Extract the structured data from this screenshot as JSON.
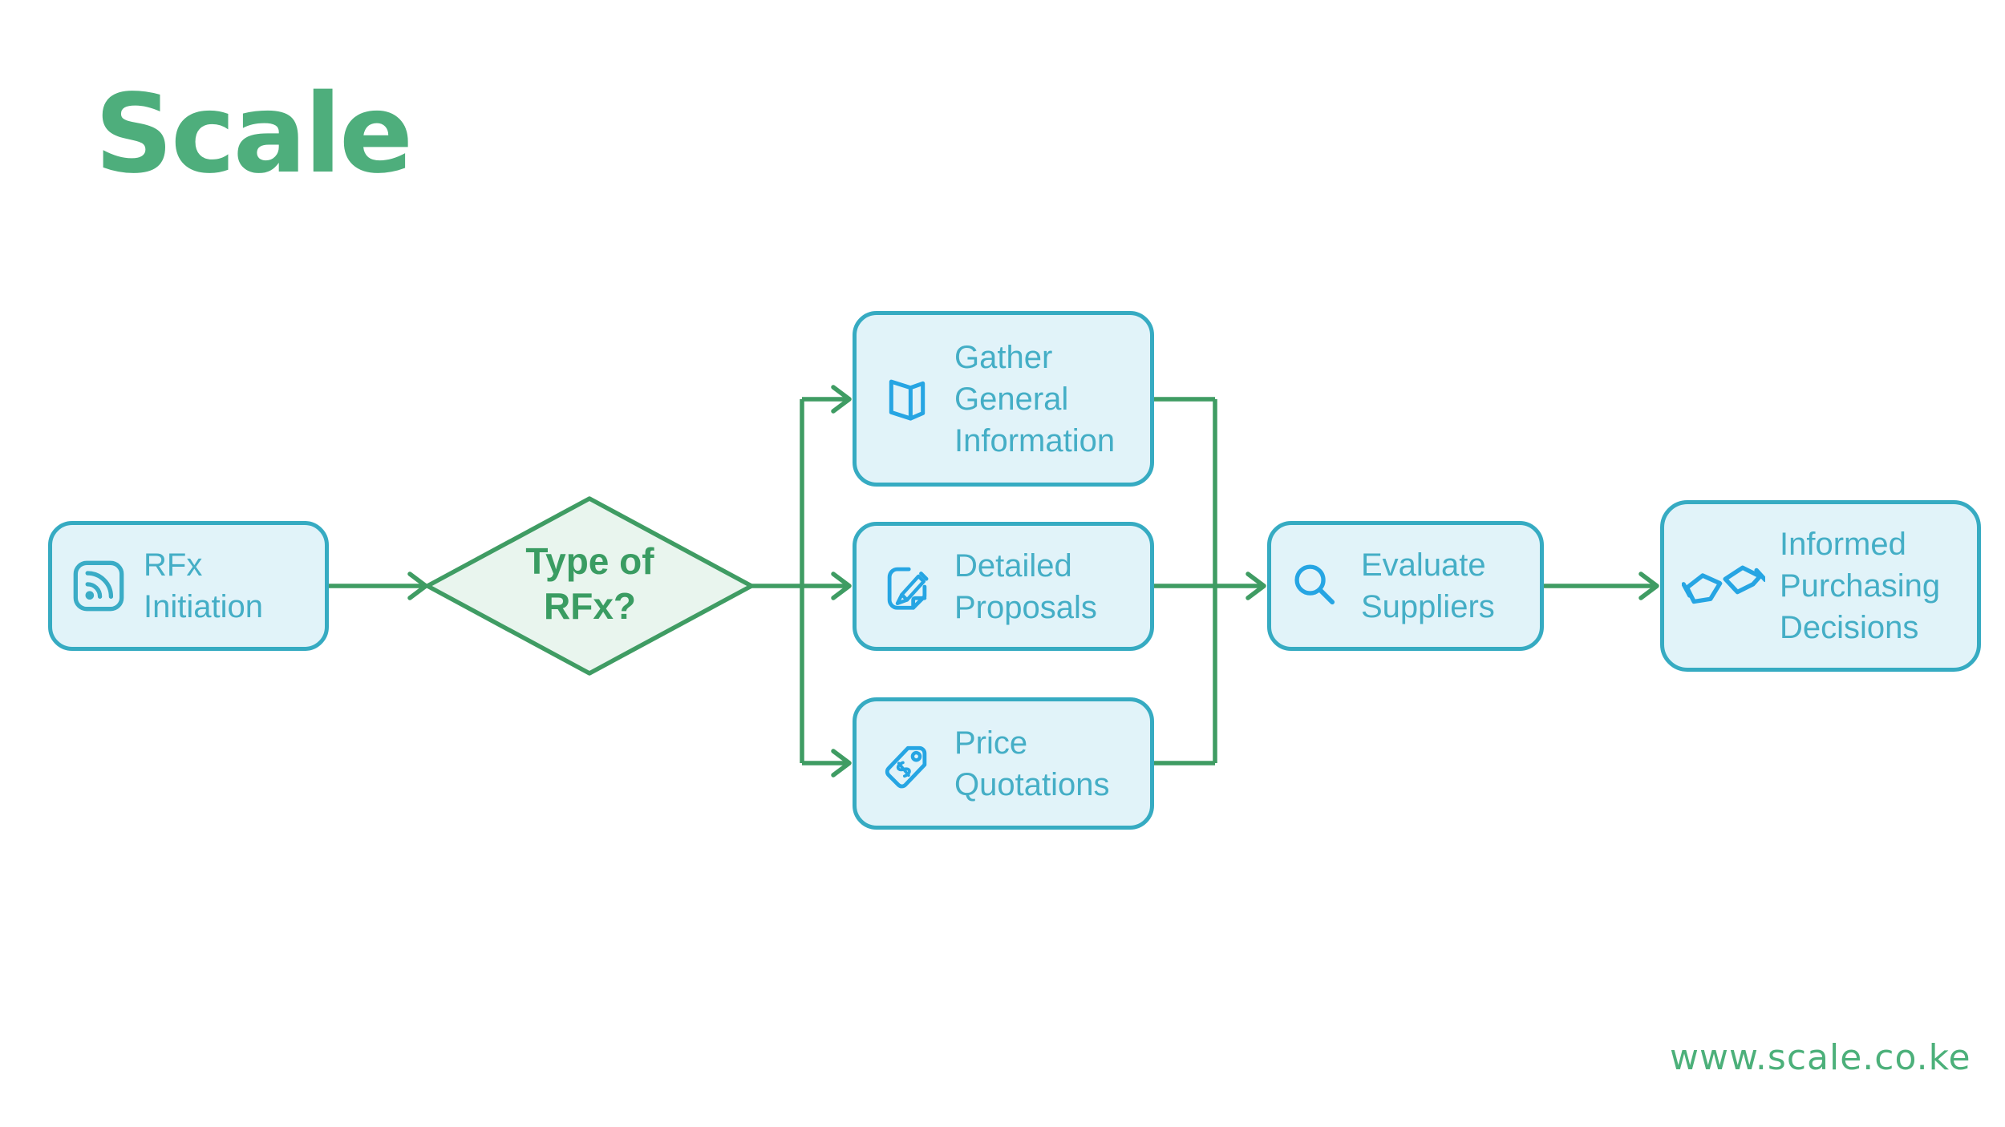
{
  "brand": {
    "logo_text": "Scale",
    "logo_color": "#4eae7c"
  },
  "footer": {
    "website": "www.scale.co.ke"
  },
  "colors": {
    "flow_green": "#3f9c63",
    "decision_fill": "#e9f5ee",
    "decision_text": "#3a9c62",
    "node_fill": "#e1f3f9",
    "node_border": "#36abc2",
    "node_text": "#44aec6",
    "icon_blue": "#26a5e3",
    "background": "#ffffff"
  },
  "flowchart": {
    "nodes": {
      "rfx_initiation": {
        "label": "RFx Initiation",
        "shape": "process",
        "icon": "rss-icon"
      },
      "type_of_rfx": {
        "label": "Type of RFx?",
        "shape": "decision"
      },
      "gather_general_information": {
        "label": "Gather General Information",
        "shape": "process",
        "icon": "brochure-icon"
      },
      "detailed_proposals": {
        "label": "Detailed Proposals",
        "shape": "process",
        "icon": "edit-icon"
      },
      "price_quotations": {
        "label": "Price Quotations",
        "shape": "process",
        "icon": "price-tag-icon"
      },
      "evaluate_suppliers": {
        "label": "Evaluate Suppliers",
        "shape": "process",
        "icon": "search-icon"
      },
      "informed_purchasing_decisions": {
        "label": "Informed Purchasing Decisions",
        "shape": "process",
        "icon": "handshake-icon"
      }
    },
    "edges": [
      {
        "from": "rfx_initiation",
        "to": "type_of_rfx"
      },
      {
        "from": "type_of_rfx",
        "to": "gather_general_information"
      },
      {
        "from": "type_of_rfx",
        "to": "detailed_proposals"
      },
      {
        "from": "type_of_rfx",
        "to": "price_quotations"
      },
      {
        "from": "gather_general_information",
        "to": "evaluate_suppliers"
      },
      {
        "from": "detailed_proposals",
        "to": "evaluate_suppliers"
      },
      {
        "from": "price_quotations",
        "to": "evaluate_suppliers"
      },
      {
        "from": "evaluate_suppliers",
        "to": "informed_purchasing_decisions"
      }
    ]
  }
}
